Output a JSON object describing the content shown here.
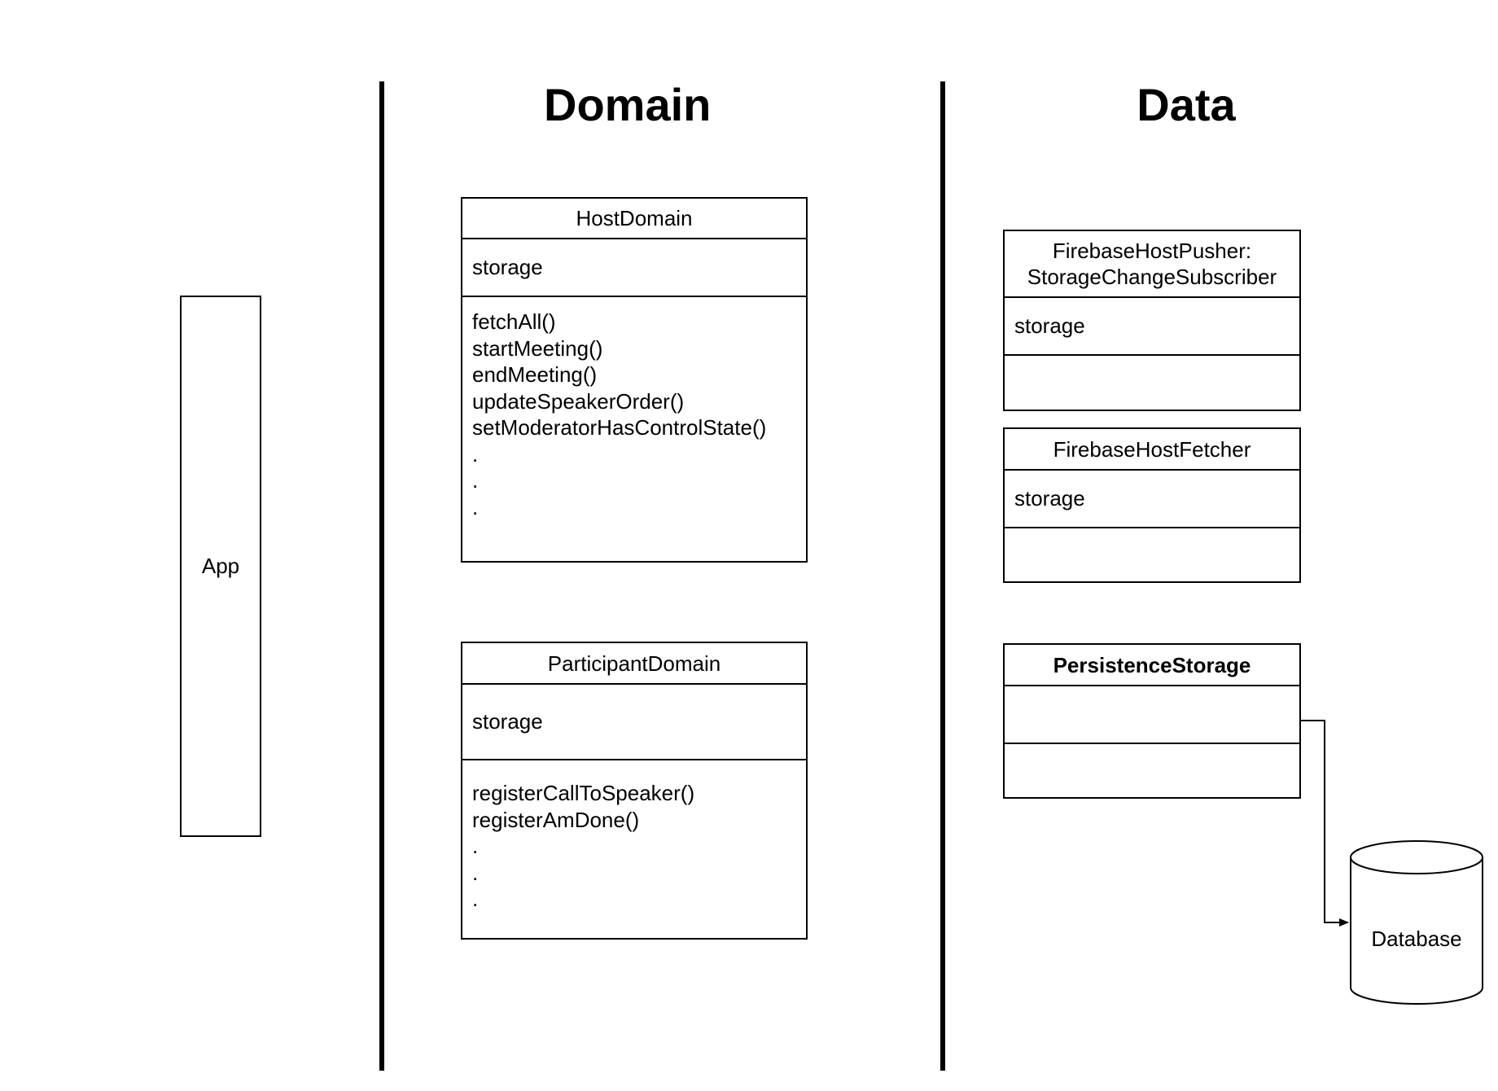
{
  "headings": {
    "domain": "Domain",
    "data": "Data"
  },
  "app": {
    "label": "App"
  },
  "host_domain": {
    "name": "HostDomain",
    "attributes": [
      "storage"
    ],
    "methods": [
      "fetchAll()",
      "startMeeting()",
      "endMeeting()",
      "updateSpeakerOrder()",
      "setModeratorHasControlState()",
      ".",
      ".",
      "."
    ]
  },
  "participant_domain": {
    "name": "ParticipantDomain",
    "attributes": [
      "storage"
    ],
    "methods": [
      "registerCallToSpeaker()",
      "registerAmDone()",
      ".",
      ".",
      "."
    ]
  },
  "firebase_host_pusher": {
    "name_line1": "FirebaseHostPusher:",
    "name_line2": "StorageChangeSubscriber",
    "attributes": [
      "storage"
    ]
  },
  "firebase_host_fetcher": {
    "name": "FirebaseHostFetcher",
    "attributes": [
      "storage"
    ]
  },
  "persistence_storage": {
    "name": "PersistenceStorage"
  },
  "database": {
    "label": "Database"
  }
}
